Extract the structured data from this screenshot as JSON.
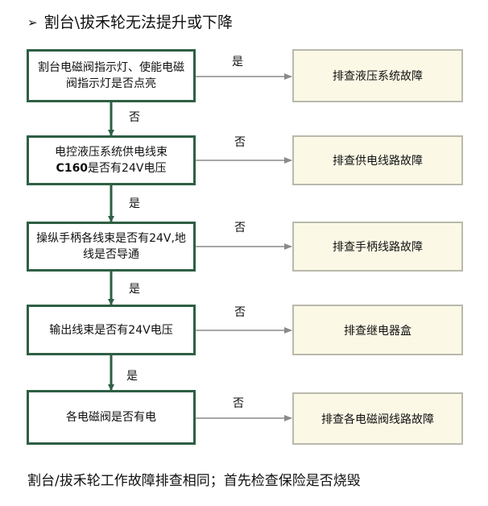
{
  "title": {
    "bullet": "➢",
    "text": "割台\\拔禾轮无法提升或下降"
  },
  "steps": [
    {
      "text": "割台电磁阀指示灯、使能电磁阀指示灯是否点亮"
    },
    {
      "prefix_bold": "电控液压系统供电线束",
      "bold": "C160",
      "suffix": "是否有24V电压"
    },
    {
      "text": "操纵手柄各线束是否有24V,地线是否导通"
    },
    {
      "text": "输出线束是否有24V电压"
    },
    {
      "text": "各电磁阀是否有电"
    }
  ],
  "results": [
    "排查液压系统故障",
    "排查供电线路故障",
    "排查手柄线路故障",
    "排查继电器盒",
    "排查各电磁阀线路故障"
  ],
  "right_labels": [
    "是",
    "否",
    "否",
    "否",
    "否"
  ],
  "down_labels": [
    "否",
    "是",
    "是",
    "是"
  ],
  "footer": "割台/拔禾轮工作故障排查相同；首先检查保险是否烧毁",
  "colors": {
    "decision_border": "#2e5f44",
    "result_fill": "#fbf8e5",
    "result_border": "#b9b9ad",
    "arrow": "#2e5f44",
    "arrow_right": "#8a8a8a"
  }
}
